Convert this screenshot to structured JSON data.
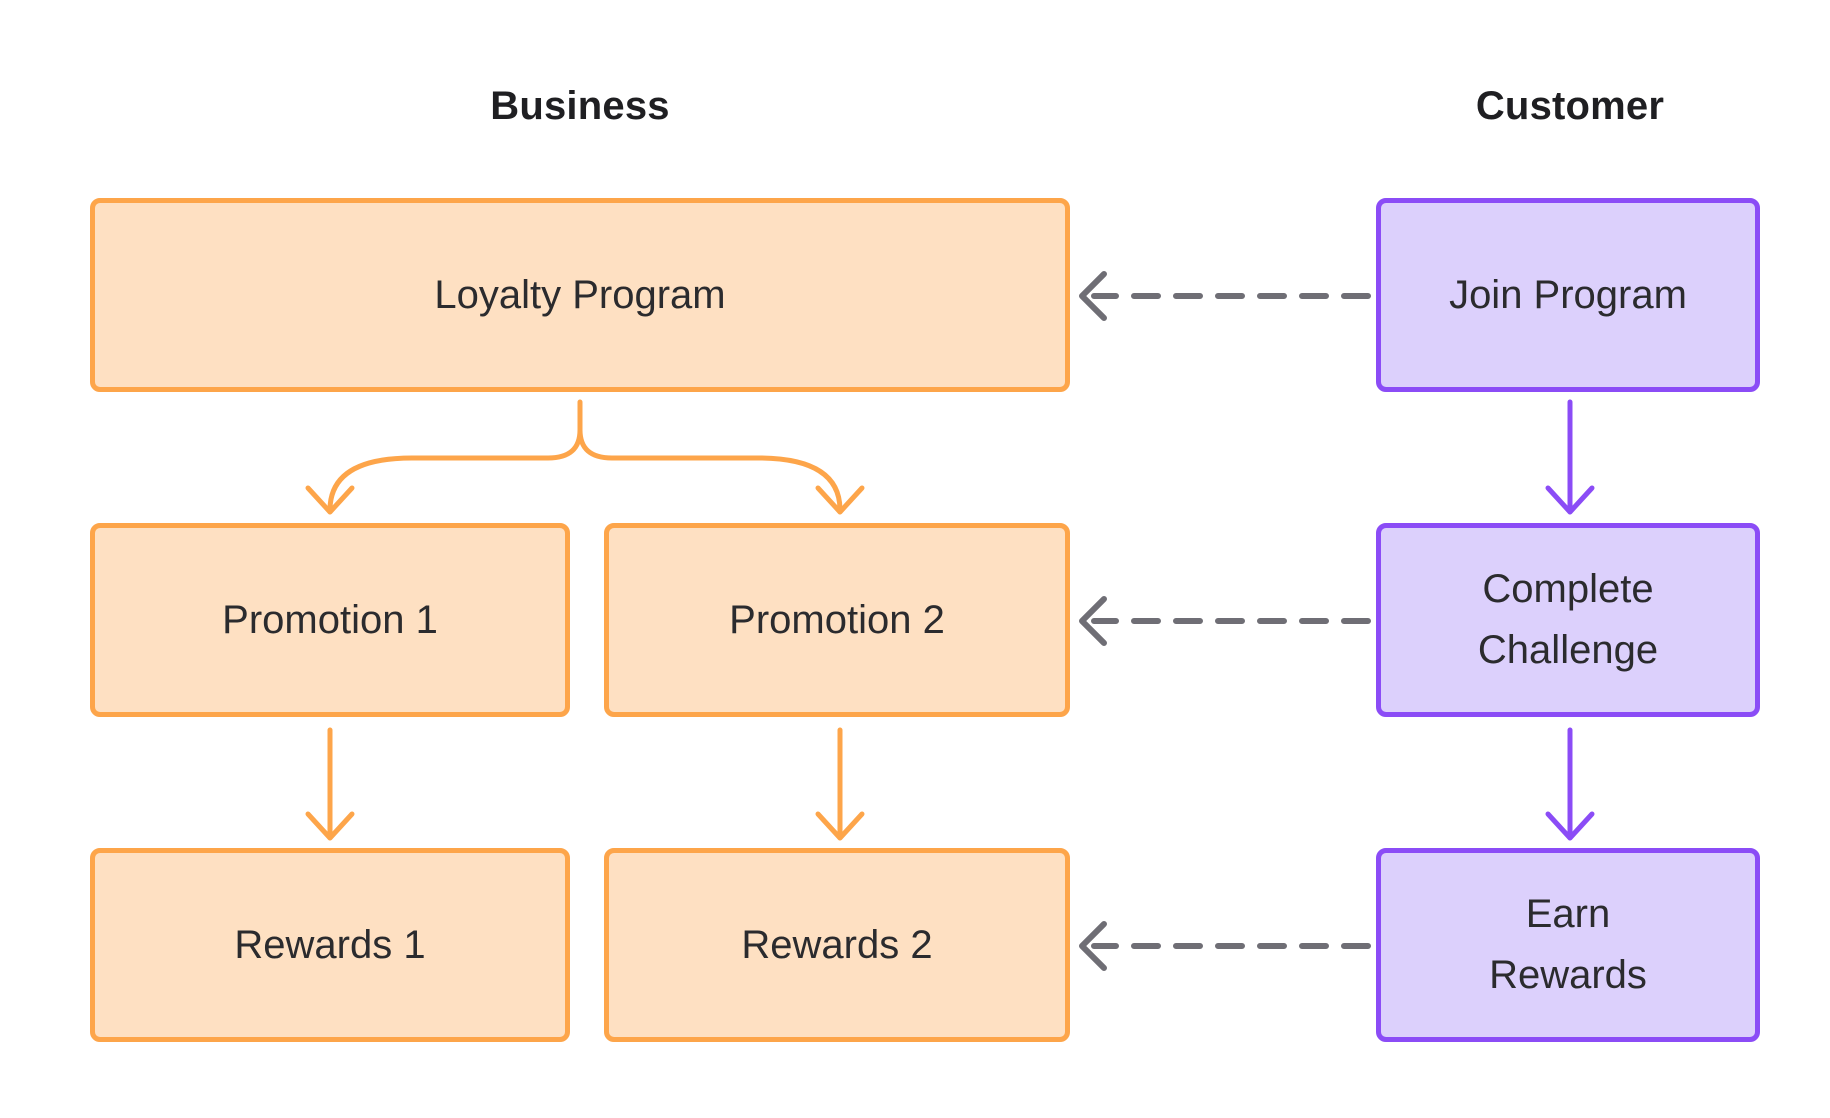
{
  "columns": {
    "business": "Business",
    "customer": "Customer"
  },
  "business_nodes": {
    "loyalty_program": "Loyalty Program",
    "promotion_1": "Promotion 1",
    "promotion_2": "Promotion 2",
    "rewards_1": "Rewards 1",
    "rewards_2": "Rewards 2"
  },
  "customer_nodes": {
    "join_program": "Join Program",
    "complete_challenge": "Complete\nChallenge",
    "earn_rewards": "Earn\nRewards"
  },
  "colors": {
    "business_fill": "#fee0c2",
    "business_stroke": "#fda54a",
    "customer_fill": "#dcd0fc",
    "customer_stroke": "#8b4cf6",
    "dashed_arrow": "#6f6e75"
  }
}
